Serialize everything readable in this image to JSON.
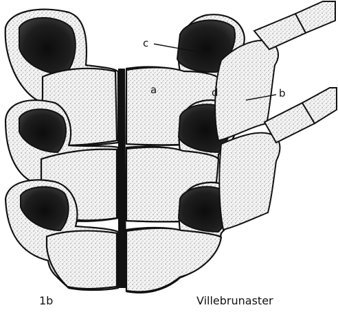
{
  "figure": {
    "labels": {
      "a": "a",
      "b": "b",
      "c": "c",
      "d": "d"
    },
    "panel_label": "1b",
    "caption": "Villebrunaster"
  },
  "colors": {
    "ink": "#111111",
    "stipple": "#f3f3f3",
    "cavity": "#1e1e1e",
    "background": "#ffffff"
  }
}
